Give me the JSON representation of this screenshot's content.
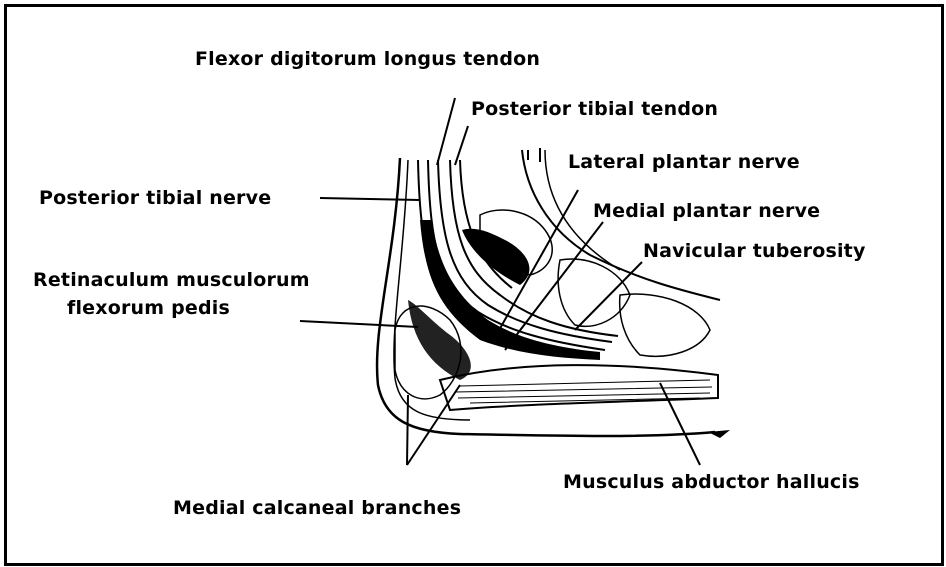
{
  "labels": {
    "flexor_digitorum_longus_tendon": "Flexor digitorum longus tendon",
    "posterior_tibial_tendon": "Posterior tibial tendon",
    "lateral_plantar_nerve": "Lateral plantar nerve",
    "posterior_tibial_nerve": "Posterior tibial nerve",
    "medial_plantar_nerve": "Medial plantar nerve",
    "navicular_tuberosity": "Navicular tuberosity",
    "retinaculum_line1": "Retinaculum musculorum",
    "retinaculum_line2": "flexorum pedis",
    "musculus_abductor_hallucis": "Musculus abductor hallucis",
    "medial_calcaneal_branches": "Medial calcaneal branches"
  },
  "colors": {
    "ink": "#000000",
    "paper": "#ffffff"
  }
}
